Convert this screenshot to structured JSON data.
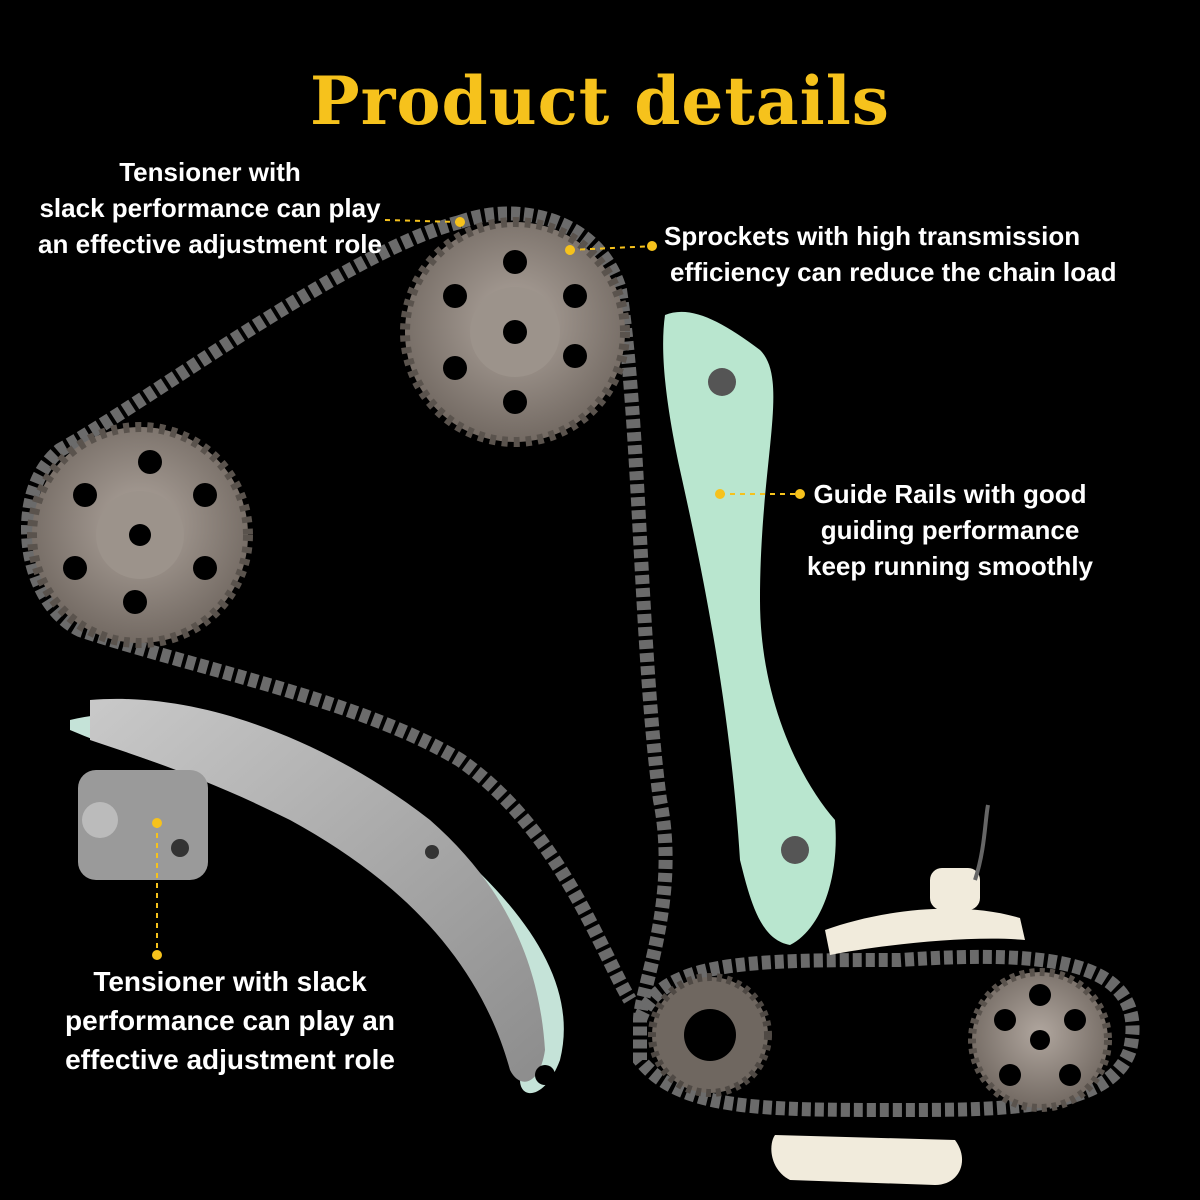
{
  "title": "Product details",
  "notes": {
    "tensioner_top": [
      "Tensioner with",
      "slack performance can play",
      "an effective adjustment role"
    ],
    "sprockets": [
      "Sprockets with high transmission",
      "efficiency can reduce the chain load"
    ],
    "guide_rails": [
      "Guide Rails with good",
      "guiding performance",
      "keep running smoothly"
    ],
    "tensioner_bottom": [
      "Tensioner with slack",
      "performance can play an",
      "effective adjustment role"
    ]
  },
  "colors": {
    "accent": "#f6c21c",
    "background": "#000000",
    "guide": "#b9e6cf",
    "metal": "#8a8079"
  }
}
